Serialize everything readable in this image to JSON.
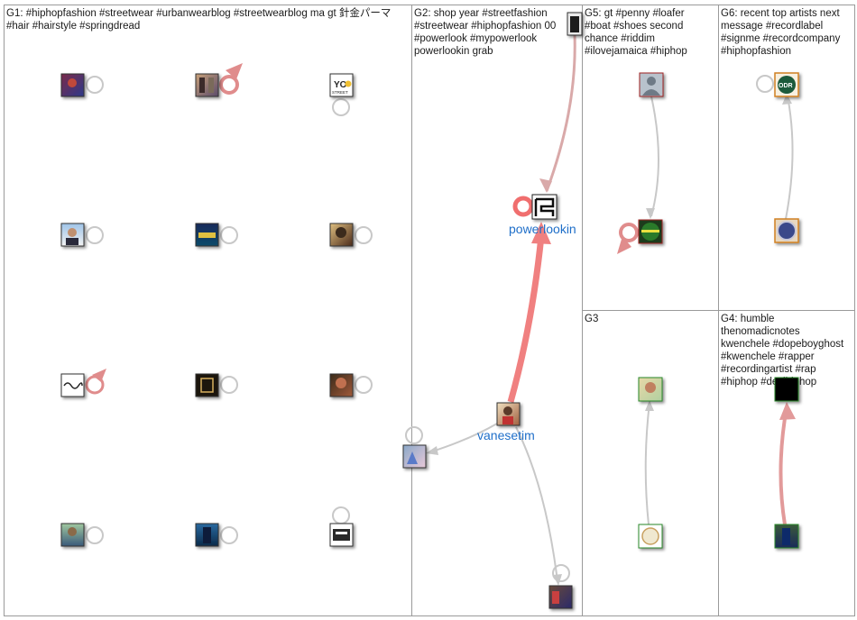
{
  "colors": {
    "border": "#9a9a9a",
    "edge_gray": "#c8c8c8",
    "edge_pink": "#f08080",
    "edge_rose": "#d9a9a9",
    "label_blue": "#1f6fc9"
  },
  "panels": [
    {
      "id": "G1",
      "lines": [
        "G1: #hiphopfashion #streetwear #urbanwearblog #streetwearblog ma gt 針金パーマ",
        "#hair #hairstyle #springdread"
      ]
    },
    {
      "id": "G2",
      "lines": [
        "G2: shop year #streetfashion",
        "#streetwear #hiphopfashion 00",
        "#powerlook #mypowerlook",
        "powerlookin grab"
      ]
    },
    {
      "id": "G5",
      "lines": [
        "G5: gt #penny #loafer",
        "#boat #shoes second",
        "chance #riddim",
        "#ilovejamaica #hiphop"
      ]
    },
    {
      "id": "G6",
      "lines": [
        "G6: recent top artists next",
        "message #recordlabel",
        "#signme #recordcompany",
        "#hiphopfashion"
      ]
    },
    {
      "id": "G3",
      "lines": [
        "G3"
      ]
    },
    {
      "id": "G4",
      "lines": [
        "G4: humble",
        "thenomadicnotes",
        "kwenchele #dopeboyghost",
        "#kwenchele #rapper",
        "#recordingartist #rap",
        "#hiphop #desihiphop"
      ]
    }
  ],
  "labeled_nodes": {
    "powerlookin": "powerlookin",
    "vanesetim": "vanesetim"
  },
  "avatar_text": {
    "yo": "YO",
    "street": "STREET",
    "odr": "ODR"
  }
}
